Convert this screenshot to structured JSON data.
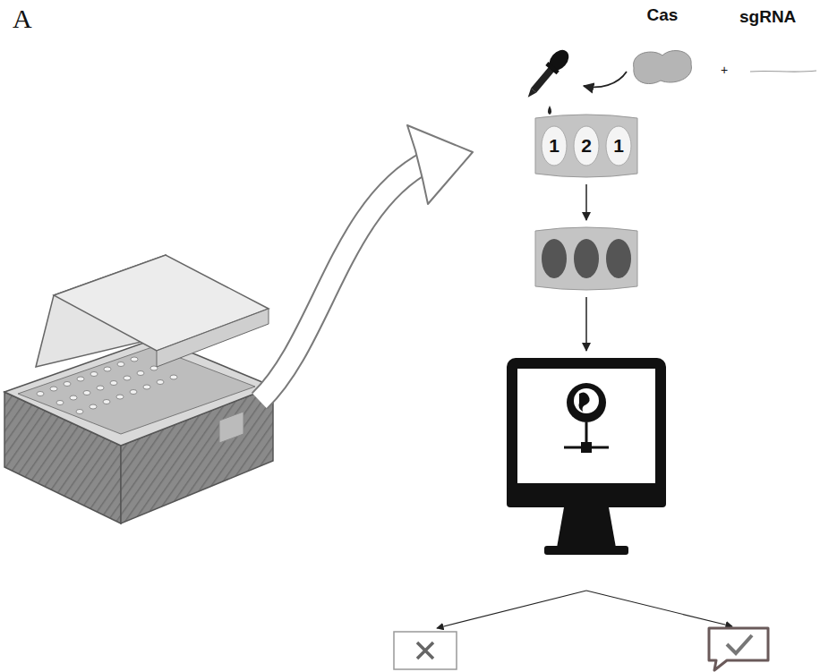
{
  "diagram": {
    "nodes": [
      {
        "text": [
          "Cas"
        ]
      },
      {
        "text": [
          "1"
        ]
      },
      {
        "text": [
          "2"
        ]
      },
      {
        "text": [
          "1"
        ]
      }
    ],
    "labels": [
      "A",
      "sgRNA",
      "+"
    ]
  }
}
